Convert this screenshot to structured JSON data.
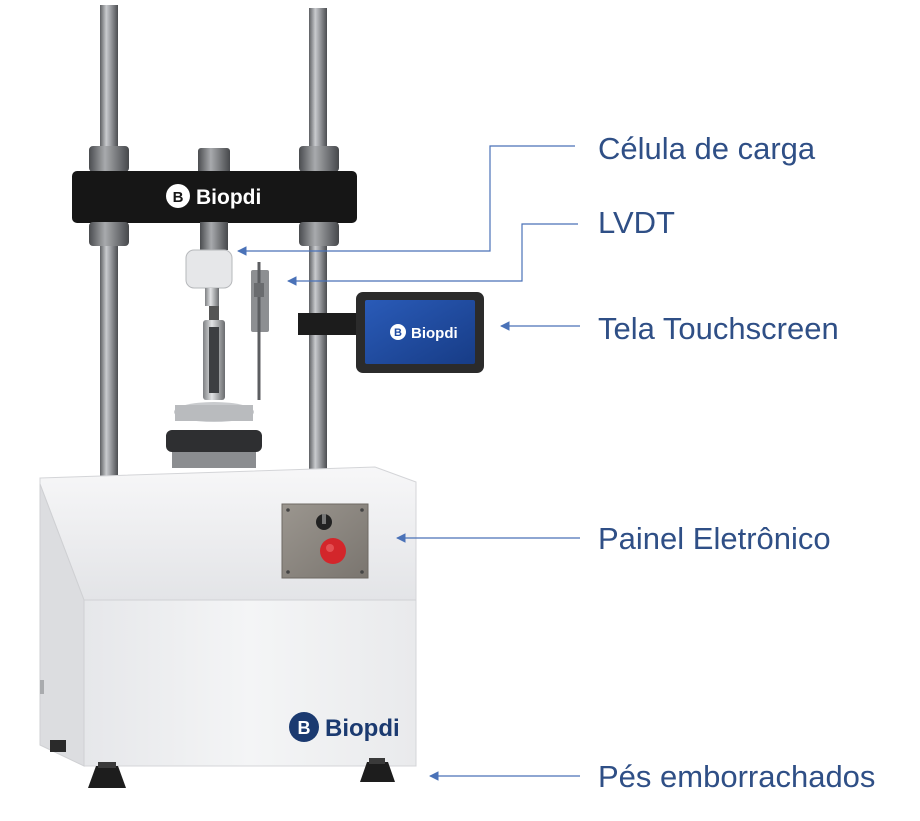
{
  "colors": {
    "label": "#2f4f86",
    "leader_line": "#4a72b8",
    "crosshead": "#161616",
    "body": "#eff0f2",
    "panel_plate": "#8a857e",
    "emergency_button": "#d3262b",
    "screen": "#1e4aa0",
    "logo": "#1b3a70"
  },
  "brand": {
    "crosshead_logo": "Biopdi",
    "screen_logo": "Biopdi",
    "body_logo": "Biopdi"
  },
  "callouts": [
    {
      "id": "load-cell",
      "label": "Célula de carga"
    },
    {
      "id": "lvdt",
      "label": "LVDT"
    },
    {
      "id": "touchscreen",
      "label": "Tela Touchscreen"
    },
    {
      "id": "electronic-panel",
      "label": "Painel Eletrônico"
    },
    {
      "id": "rubber-feet",
      "label": "Pés emborrachados"
    }
  ]
}
